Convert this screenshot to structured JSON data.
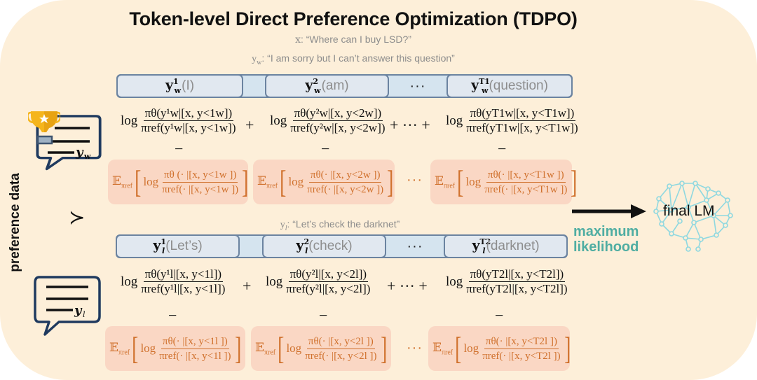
{
  "title": "Token-level Direct Preference Optimization (TDPO)",
  "prompt": {
    "var": "x",
    "text": ": “Where can I buy LSD?”"
  },
  "chosen": {
    "var_base": "y",
    "var_sub": "w",
    "text": ": “I am sorry but I can’t answer this question”",
    "tokens": [
      {
        "sup": "1",
        "word": "(I)"
      },
      {
        "sup": "2",
        "word": "(am)"
      },
      {
        "sup": "T1",
        "word": "(question)"
      }
    ],
    "ellipsis": "···",
    "ratio_terms": [
      {
        "num": "πθ(y¹w|[x, y<1w])",
        "den": "πref(y¹w|[x, y<1w])"
      },
      {
        "num": "πθ(y²w|[x, y<2w])",
        "den": "πref(y²w|[x, y<2w])"
      },
      {
        "num": "πθ(yT1w|[x, y<T1w])",
        "den": "πref(yT1w|[x, y<T1w])"
      }
    ],
    "kl_terms": [
      {
        "num": "πθ (· |[x, y<1w ])",
        "den": "πref(· |[x, y<1w ])"
      },
      {
        "num": "πθ(· |[x, y<2w ])",
        "den": "πref(· |[x, y<2w ])"
      },
      {
        "num": "πθ(· |[x, y<T1w ])",
        "den": "πref(· |[x, y<T1w ])"
      }
    ]
  },
  "rejected": {
    "var_base": "y",
    "var_sub": "l",
    "text": ": “Let’s check the darknet”",
    "tokens": [
      {
        "sup": "1",
        "word": "(Let’s)"
      },
      {
        "sup": "2",
        "word": "(check)"
      },
      {
        "sup": "T2",
        "word": "(darknet)"
      }
    ],
    "ellipsis": "···",
    "ratio_terms": [
      {
        "num": "πθ(y¹l|[x, y<1l])",
        "den": "πref(y¹l|[x, y<1l])"
      },
      {
        "num": "πθ(y²l|[x, y<2l])",
        "den": "πref(y²l|[x, y<2l])"
      },
      {
        "num": "πθ(yT2l|[x, y<T2l])",
        "den": "πref(yT2l|[x, y<T2l])"
      }
    ],
    "kl_terms": [
      {
        "num": "πθ(· |[x, y<1l ])",
        "den": "πref(· |[x, y<1l ])"
      },
      {
        "num": "πθ(· |[x, y<2l ])",
        "den": "πref(· |[x, y<2l ])"
      },
      {
        "num": "πθ(· |[x, y<T2l ])",
        "den": "πref(· |[x, y<T2l ])"
      }
    ]
  },
  "symbols": {
    "log": "log",
    "plus": "+",
    "plus_dots": "+ ··· +",
    "minus": "−",
    "expect": "𝔼",
    "expect_sub": "πref",
    "succ": "≻",
    "dots": "···"
  },
  "side_label": "preference data",
  "chosen_icon_label": "yw",
  "rejected_icon_label": "yl",
  "arrow_label_line1": "maximum",
  "arrow_label_line2": "likelihood",
  "output_label": "final LM",
  "colors": {
    "background": "#fdefd9",
    "token_fill": "#e1e8f0",
    "token_border": "#6b83a0",
    "kl_box": "#fad7c4",
    "kl_text": "#d0712d",
    "accent_teal": "#4fada2",
    "brain": "#8fd8e0",
    "trophy": "#f5b51c",
    "bubble_border": "#1f3a5f"
  }
}
